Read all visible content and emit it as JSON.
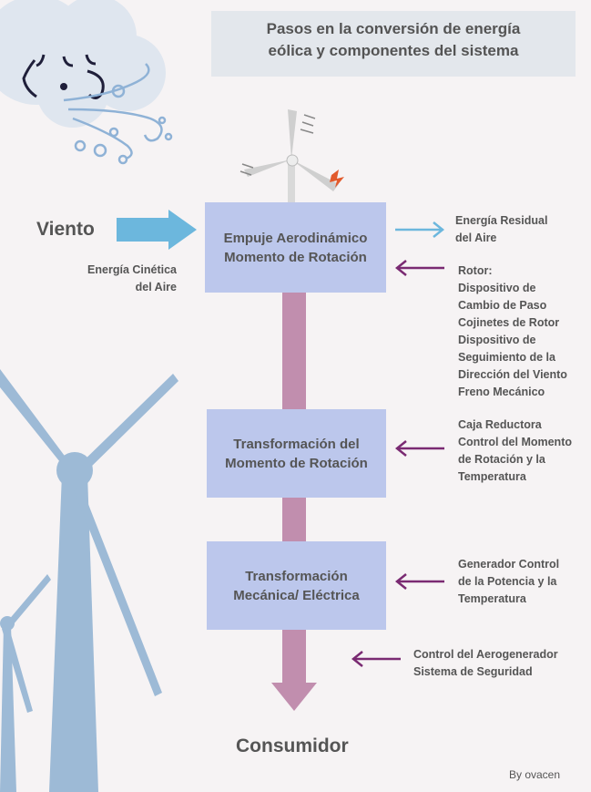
{
  "title": "Pasos en la conversión de energía\neólica y componentes del sistema",
  "input": {
    "wind_label": "Viento",
    "kinetic_label": "Energía Cinética\ndel Aire"
  },
  "boxes": [
    {
      "label": "Empuje Aerodinámico\nMomento de Rotación"
    },
    {
      "label": "Transformación del\nMomento de Rotación"
    },
    {
      "label": "Transformación\nMecánica/ Eléctrica"
    }
  ],
  "side_labels": {
    "residual": "Energía Residual\ndel Aire",
    "rotor": "Rotor:\nDispositivo de\nCambio de Paso\nCojinetes de Rotor\nDispositivo de\nSeguimiento de la\nDirección del Viento\nFreno Mecánico",
    "gearbox": "Caja Reductora\nControl del Momento\nde Rotación y la\nTemperatura",
    "generator": "Generador Control\nde la Potencia y la\nTemperatura",
    "control": "Control del Aerogenerador\nSistema de Seguridad"
  },
  "output": {
    "consumer_label": "Consumidor"
  },
  "credit": "By ovacen",
  "colors": {
    "box": "#bcc7ec",
    "flow": "#c18eae",
    "in_arrow": "#7a2a72",
    "out_arrow": "#6cb7dd",
    "wind_arrow": "#6cb7dd",
    "turbine": "#9dbad6"
  }
}
